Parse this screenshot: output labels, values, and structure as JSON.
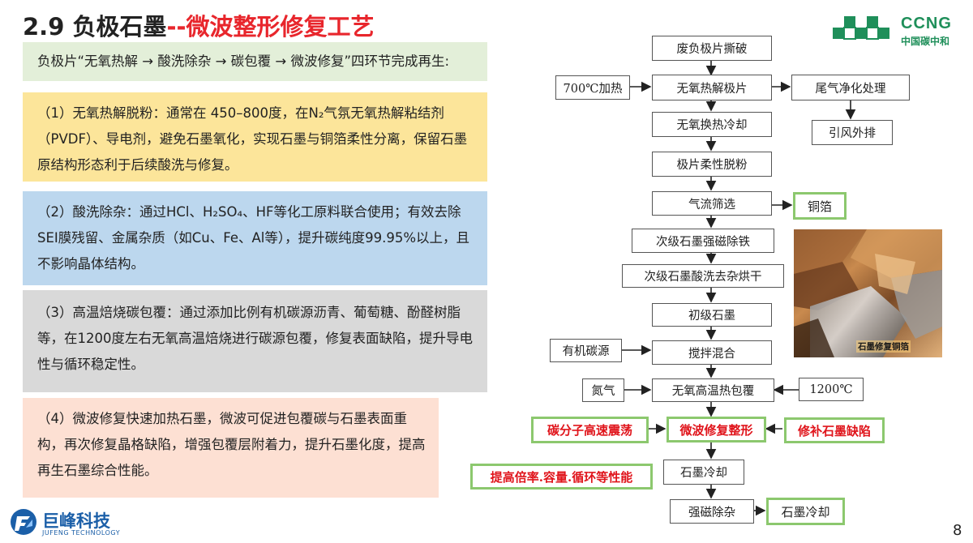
{
  "header": {
    "title_black": "2.9 负极石墨",
    "title_red": "--微波整形修复工艺",
    "logo_name": "CCNG",
    "logo_sub": "中国碳中和"
  },
  "intro": "负极片“无氧热解 → 酸洗除杂 → 碳包覆 → 微波修复”四环节完成再生:",
  "panels": [
    "（1）无氧热解脱粉：通常在 450–800度，在N₂气氛无氧热解粘结剂（PVDF）、导电剂，避免石墨氧化，实现石墨与铜箔柔性分离，保留石墨原结构形态利于后续酸洗与修复。",
    "（2）酸洗除杂：通过HCl、H₂SO₄、HF等化工原料联合使用；有效去除SEI膜残留、金属杂质（如Cu、Fe、Al等），提升碳纯度99.95%以上，且不影响晶体结构。",
    "（3）高温焙烧碳包覆：通过添加比例有机碳源沥青、葡萄糖、酚醛树脂等，在1200度左右无氧高温焙烧进行碳源包覆，修复表面缺陷，提升导电性与循环稳定性。",
    "（4）微波修复快速加热石墨，微波可促进包覆碳与石墨表面重构，再次修复晶格缺陷，增强包覆层附着力，提升石墨化度，提高再生石墨综合性能。"
  ],
  "flow": {
    "main": [
      "废负极片撕破",
      "无氧热解极片",
      "无氧换热冷却",
      "极片柔性脱粉",
      "气流筛选",
      "次级石墨强磁除铁",
      "次级石墨酸洗去杂烘干",
      "初级石墨",
      "搅拌混合",
      "无氧高温热包覆",
      "微波修复整形",
      "石墨冷却",
      "强磁除杂"
    ],
    "heat": "700℃加热",
    "tail": "尾气净化处理",
    "exhaust": "引风外排",
    "copper": "铜箔",
    "carbon_source": "有机碳源",
    "nitrogen": "氮气",
    "temp": "1200℃",
    "vibration": "碳分子高速震荡",
    "repair": "修补石墨缺陷",
    "improve": "提高倍率.容量.循环等性能",
    "final": "石墨冷却"
  },
  "photo_label": "石墨修复铜箔",
  "footer": {
    "company": "巨峰科技",
    "company_en": "JUFENG TECHNOLOGY",
    "page": "8"
  },
  "colors": {
    "title_red": "#e8262c",
    "green_border": "#8cc86e",
    "logo_green": "#1f8f5a",
    "jufeng_blue": "#1b5fa8"
  }
}
